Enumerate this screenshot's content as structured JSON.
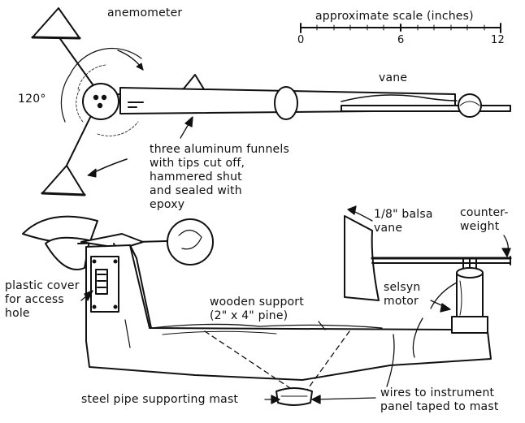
{
  "labels": {
    "anemometer": "anemometer",
    "scale_title": "approximate scale (inches)",
    "scale_ticks": [
      "0",
      "6",
      "12"
    ],
    "angle": "120°",
    "vane": "vane",
    "funnels_note": "three aluminum funnels\nwith tips cut off,\nhammered shut\nand sealed with\nepoxy",
    "balsa_vane": "1/8\" balsa\nvane",
    "counterweight": "counter-\nweight",
    "plastic_cover": "plastic cover\nfor access\nhole",
    "wooden_support": "wooden support\n(2\" x 4\" pine)",
    "selsyn_motor": "selsyn\nmotor",
    "steel_pipe": "steel pipe supporting mast",
    "wires": "wires to instrument\npanel taped to mast"
  }
}
